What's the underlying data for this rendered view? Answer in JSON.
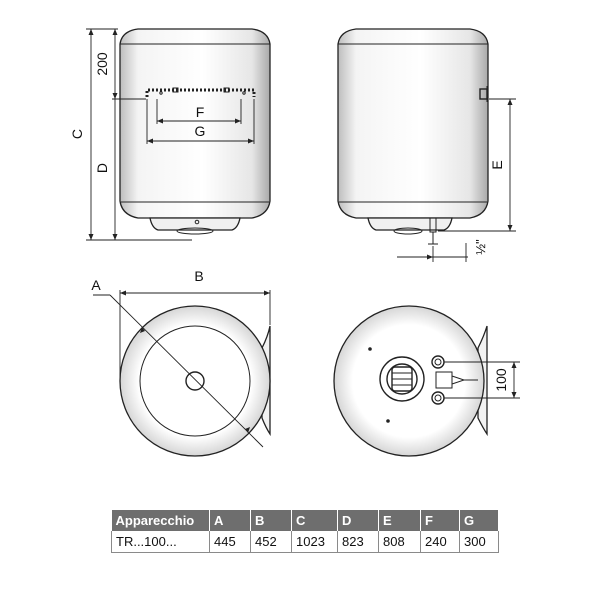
{
  "drawing": {
    "front_view": {
      "dim_200": "200",
      "dim_c": "C",
      "dim_d": "D",
      "dim_f": "F",
      "dim_g": "G"
    },
    "side_view": {
      "dim_e": "E",
      "dim_half_inch": "½\""
    },
    "top_view": {
      "dim_a": "A",
      "dim_b": "B"
    },
    "bottom_view": {
      "dim_100": "100"
    }
  },
  "table": {
    "headers": [
      "Apparecchio",
      "A",
      "B",
      "C",
      "D",
      "E",
      "F",
      "G"
    ],
    "rows": [
      [
        "TR...100...",
        "445",
        "452",
        "1023",
        "823",
        "808",
        "240",
        "300"
      ]
    ]
  },
  "colors": {
    "header_bg": "#6e6e6e",
    "body_fill": "#ececec",
    "line": "#222222"
  }
}
